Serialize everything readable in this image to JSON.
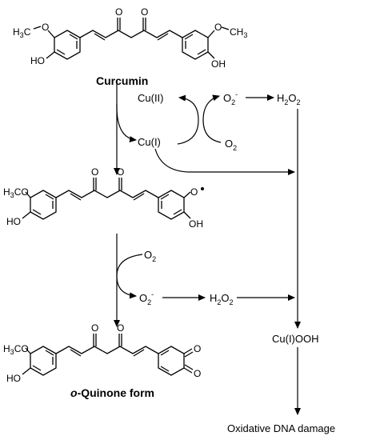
{
  "molecules": {
    "curcumin": {
      "name": "Curcumin",
      "labels": {
        "ome_left": "O",
        "ome_left_me": "CH",
        "ome_left_sub": "3",
        "oh_left": "HO",
        "o_keto1": "O",
        "o_keto2": "O",
        "ome_right": "O",
        "ome_right_me": "CH",
        "ome_right_sub": "3",
        "oh_right": "OH"
      }
    },
    "radical": {
      "labels": {
        "ome": "H",
        "ome_sub": "3",
        "ome_co": "CO",
        "oh_left": "HO",
        "o_keto1": "O",
        "o_keto2": "O",
        "o_rad": "O",
        "oh_right": "OH"
      }
    },
    "quinone": {
      "name_italic": "o",
      "name_rest": "-Quinone form",
      "labels": {
        "ome": "H",
        "ome_sub": "3",
        "ome_co": "CO",
        "oh_left": "HO",
        "o_keto1": "O",
        "o_keto2": "O",
        "o_q1": "O",
        "o_q2": "O"
      }
    }
  },
  "species": {
    "cu2": "Cu(II)",
    "cu1": "Cu(I)",
    "o2_super_top": "O",
    "o2_super_top_sub": "2",
    "o2_super_top_sup": "-",
    "o2_top": "O",
    "o2_top_sub": "2",
    "h2o2_top": "H",
    "h2o2_top_sub": "2",
    "h2o2_top_rest": "O",
    "h2o2_top_sub2": "2",
    "o2_mid": "O",
    "o2_mid_sub": "2",
    "o2_super_mid": "O",
    "o2_super_mid_sub": "2",
    "o2_super_mid_sup": "-",
    "h2o2_mid": "H",
    "h2o2_mid_sub": "2",
    "h2o2_mid_rest": "O",
    "h2o2_mid_sub2": "2",
    "cuooh": "Cu(I)OOH",
    "dna_damage": "Oxidative DNA damage"
  }
}
